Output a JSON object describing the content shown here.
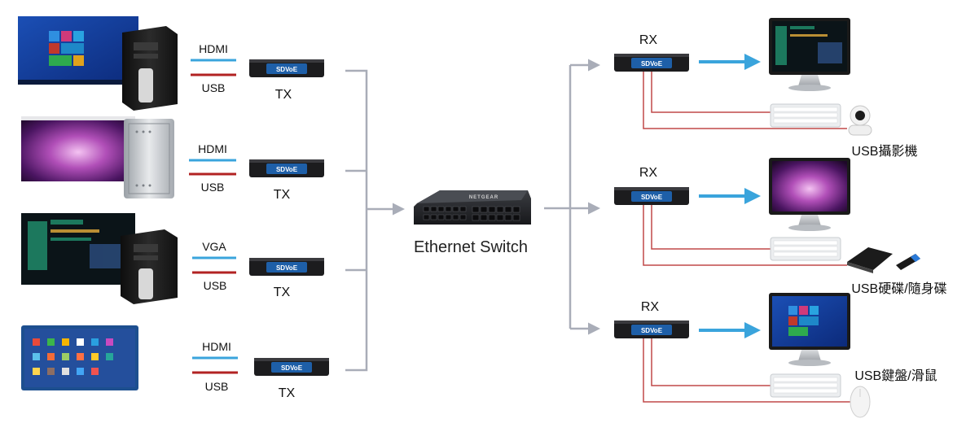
{
  "sources": [
    {
      "screen": "windows-desktop",
      "computer": "tower-pc",
      "signal_label": "HDMI",
      "usb_label": "USB",
      "device_label": "TX",
      "device_logo": "SDVoE"
    },
    {
      "screen": "mac-desktop",
      "computer": "mac-pro",
      "signal_label": "HDMI",
      "usb_label": "USB",
      "device_label": "TX",
      "device_logo": "SDVoE"
    },
    {
      "screen": "dark-monitoring-desktop",
      "computer": "tower-pc",
      "signal_label": "VGA",
      "usb_label": "USB",
      "device_label": "TX",
      "device_logo": "SDVoE"
    },
    {
      "screen": "android-tablet-home",
      "computer": "",
      "signal_label": "HDMI",
      "usb_label": "USB",
      "device_label": "TX",
      "device_logo": "SDVoE"
    }
  ],
  "switch": {
    "label": "Ethernet Switch",
    "brand": "NETGEAR"
  },
  "receivers": [
    {
      "device_label": "RX",
      "device_logo": "SDVoE",
      "display": "dark-monitoring-desktop",
      "peripheral": "ip-camera",
      "peripheral_label": "USB攝影機"
    },
    {
      "device_label": "RX",
      "device_logo": "SDVoE",
      "display": "mac-desktop",
      "peripheral": "external-hdd-and-usb-stick",
      "peripheral_label": "USB硬碟/隨身碟"
    },
    {
      "device_label": "RX",
      "device_logo": "SDVoE",
      "display": "windows-desktop",
      "peripheral": "mouse",
      "peripheral_label": "USB鍵盤/滑鼠"
    }
  ],
  "colors": {
    "signal_line": "#3aa4dc",
    "usb_line": "#b22222",
    "network_line": "#a9adb8",
    "arrow": "#3aa4dc",
    "device_body": "#1c1c1e",
    "usb_cable": "#c14848"
  }
}
